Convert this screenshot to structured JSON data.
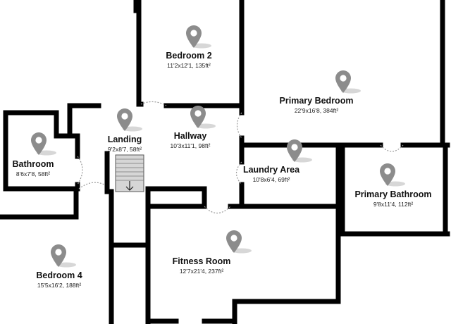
{
  "floorplan": {
    "wall_color": "#000000",
    "pin_color": "#8c8c8c",
    "door_color": "#9a9a9a",
    "stair_color": "#d6d6d6",
    "rooms": [
      {
        "id": "bedroom-2",
        "name": "Bedroom 2",
        "dims": "11'2x12'1, 135ft²",
        "icon": "location-pin-icon"
      },
      {
        "id": "primary-bedroom",
        "name": "Primary Bedroom",
        "dims": "22'9x16'8, 384ft²",
        "icon": "location-pin-icon"
      },
      {
        "id": "bathroom",
        "name": "Bathroom",
        "dims": "8'6x7'8, 58ft²",
        "icon": "location-pin-icon"
      },
      {
        "id": "landing",
        "name": "Landing",
        "dims": "9'2x8'7, 58ft²",
        "icon": "location-pin-icon"
      },
      {
        "id": "hallway",
        "name": "Hallway",
        "dims": "10'3x11'1, 98ft²",
        "icon": "location-pin-icon"
      },
      {
        "id": "laundry-area",
        "name": "Laundry Area",
        "dims": "10'8x6'4, 69ft²",
        "icon": "location-pin-icon"
      },
      {
        "id": "primary-bathroom",
        "name": "Primary Bathroom",
        "dims": "9'8x11'4, 112ft²",
        "icon": "location-pin-icon"
      },
      {
        "id": "bedroom-4",
        "name": "Bedroom 4",
        "dims": "15'5x16'2, 188ft²",
        "icon": "location-pin-icon"
      },
      {
        "id": "fitness-room",
        "name": "Fitness Room",
        "dims": "12'7x21'4, 237ft²",
        "icon": "location-pin-icon"
      }
    ]
  }
}
